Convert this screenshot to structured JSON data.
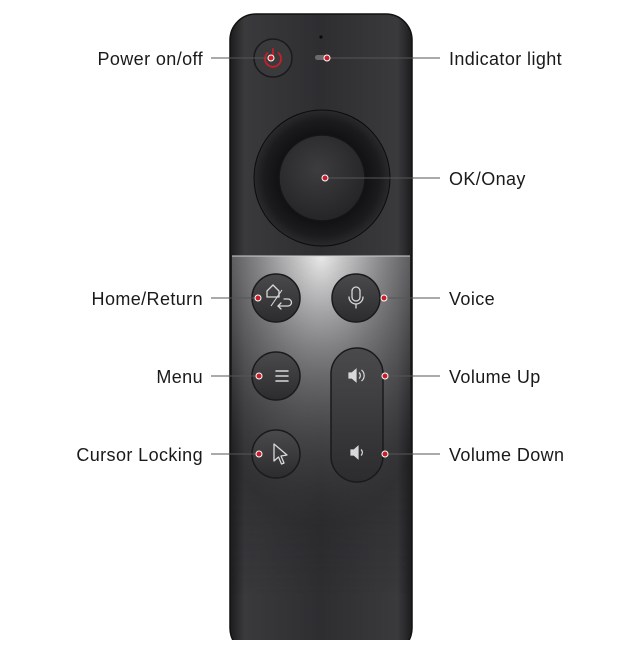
{
  "labels": {
    "power": "Power on/off",
    "indicator": "Indicator light",
    "ok": "OK/Onay",
    "home_return": "Home/Return",
    "voice": "Voice",
    "menu": "Menu",
    "volume_up": "Volume Up",
    "cursor_locking": "Cursor Locking",
    "volume_down": "Volume Down"
  },
  "colors": {
    "accent_red": "#c81e2a",
    "remote_body": "#2b2b2d",
    "button_face": "#3a3a3c",
    "callout_line": "#555555"
  },
  "icons": [
    "power-icon",
    "home-icon",
    "return-icon",
    "mic-icon",
    "menu-icon",
    "speaker-volume-up-icon",
    "speaker-volume-down-icon",
    "cursor-arrow-icon"
  ]
}
